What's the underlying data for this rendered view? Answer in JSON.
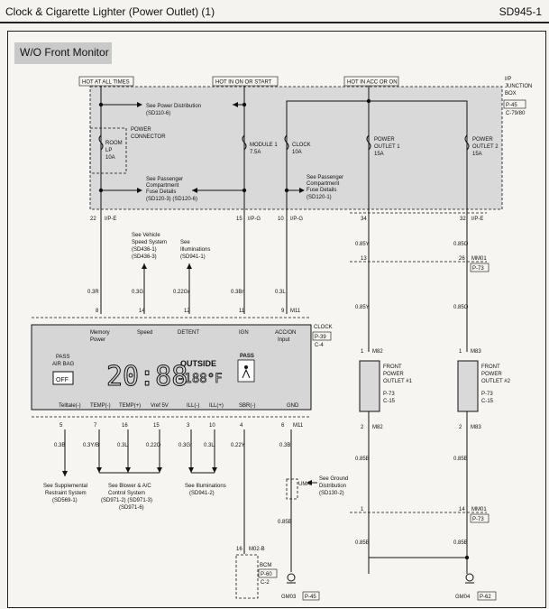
{
  "header": {
    "title": "Clock & Cigarette Lighter (Power Outlet) (1)",
    "code": "SD945-1"
  },
  "subtitle": "W/O Front Monitor",
  "power_sources": {
    "always": "HOT AT ALL TIMES",
    "on_start": "HOT IN ON OR START",
    "acc_on": "HOT IN ACC OR ON"
  },
  "junction_box": {
    "l1": "I/P",
    "l2": "JUNCTION",
    "l3": "BOX",
    "ref1": "P-45",
    "ref2": "C-79/80"
  },
  "notes": {
    "power_dist": [
      "See Power Distribution",
      "(SD110-6)"
    ],
    "power_connector": [
      "POWER",
      "CONNECTOR"
    ],
    "pcfd_left": [
      "See Passenger",
      "Compartment",
      "Fuse Details",
      "(SD120-3) (SD120-6)"
    ],
    "pcfd_right": [
      "See Passenger",
      "Compartment",
      "Fuse Details",
      "(SD120-1)"
    ],
    "vss": [
      "See Vehicle",
      "Speed System",
      "(SD436-1)",
      "(SD436-3)"
    ],
    "illum_top": [
      "See",
      "Illuminations",
      "(SD941-1)"
    ],
    "srs": [
      "See Supplemental",
      "Restraint System",
      "(SD569-1)"
    ],
    "blower": [
      "See Blower & A/C",
      "Control System",
      "(SD971-2) (SD971-3)",
      "(SD971-6)"
    ],
    "illum_bottom": [
      "See Illuminations",
      "(SD941-2)"
    ],
    "ground_dist": [
      "See Ground",
      "Distribution",
      "(SD130-2)"
    ]
  },
  "fuses": {
    "room_lp": [
      "ROOM",
      "LP",
      "10A"
    ],
    "module1": [
      "MODULE 1",
      "7.5A"
    ],
    "clock": [
      "CLOCK",
      "10A"
    ],
    "outlet1": [
      "POWER",
      "OUTLET 1",
      "15A"
    ],
    "outlet2": [
      "POWER",
      "OUTLET 2",
      "15A"
    ]
  },
  "jb_pins": {
    "p22": "22",
    "ipe1": "I/P-E",
    "p15": "15",
    "ipg1": "I/P-G",
    "p10": "10",
    "ipg2": "I/P-G",
    "p34": "34",
    "p32": "32",
    "ipe2": "I/P-E"
  },
  "wires": {
    "w03r": "0.3R",
    "w03g": "0.3G",
    "w022gr": "0.22Gr",
    "w03br": "0.3Br",
    "w03l": "0.3L",
    "w085y_a": "0.85Y",
    "w085o_a": "0.85O",
    "w085y_b": "0.85Y",
    "w085o_b": "0.85O",
    "w03b": "0.3B",
    "w03yb": "0.3Y/B",
    "w03l_b": "0.3L",
    "w022o": "0.22O",
    "w03gr": "0.3Gr",
    "w03l_c": "0.3L",
    "w022y": "0.22Y",
    "w03b_b": "0.3B",
    "w085b_1": "0.85B",
    "w085b_2": "0.85B",
    "w085b_3": "0.85B",
    "w085b_4": "0.85B",
    "w085b_5": "0.85B"
  },
  "mm01": {
    "p13": "13",
    "p26": "26",
    "name": "MM01",
    "ref": "P-73",
    "p1": "1",
    "p14": "14",
    "name_b": "MM01",
    "ref_b": "P-73"
  },
  "clock": {
    "label": "CLOCK",
    "ref1": "P-39",
    "ref2": "C-4",
    "m11": "M11",
    "m11_b": "M11",
    "top_pins": [
      "8",
      "14",
      "12",
      "11",
      "9"
    ],
    "top_labels": [
      [
        "Memory",
        "Power"
      ],
      [
        "Speed"
      ],
      [
        "DETENT"
      ],
      [
        "IGN"
      ],
      [
        "ACC/ON",
        "Input"
      ]
    ],
    "bottom_pins": [
      "5",
      "7",
      "16",
      "15",
      "3",
      "10",
      "4",
      "6"
    ],
    "bottom_labels": [
      "Telltale(-)",
      "TEMP(-)",
      "TEMP(+)",
      "Vref 5V",
      "ILL(-)",
      "ILL(+)",
      "SBR(-)",
      "GND"
    ],
    "airbag": [
      "PASS",
      "AIR BAG",
      "OFF"
    ],
    "display_time": "20:88",
    "display_outside": "OUTSIDE",
    "display_temp": "-188°F",
    "pass": "PASS"
  },
  "outlet1": {
    "pin_top": "1",
    "conn_top": "M82",
    "name": [
      "FRONT",
      "POWER",
      "OUTLET #1"
    ],
    "ref1": "P-73",
    "ref2": "C-15",
    "pin_bot": "2",
    "conn_bot": "M82"
  },
  "outlet2": {
    "pin_top": "1",
    "conn_top": "M83",
    "name": [
      "FRONT",
      "POWER",
      "OUTLET #2"
    ],
    "ref1": "P-73",
    "ref2": "C-15",
    "pin_bot": "2",
    "conn_bot": "M83"
  },
  "uma": "UMA",
  "bcm": {
    "pin": "16",
    "conn": "M02-B",
    "label": "BCM",
    "ref1": "P-60",
    "ref2": "C-2"
  },
  "grounds": {
    "gm03": "GM03",
    "gm03_ref": "P-45",
    "gm04": "GM04",
    "gm04_ref": "P-62"
  }
}
